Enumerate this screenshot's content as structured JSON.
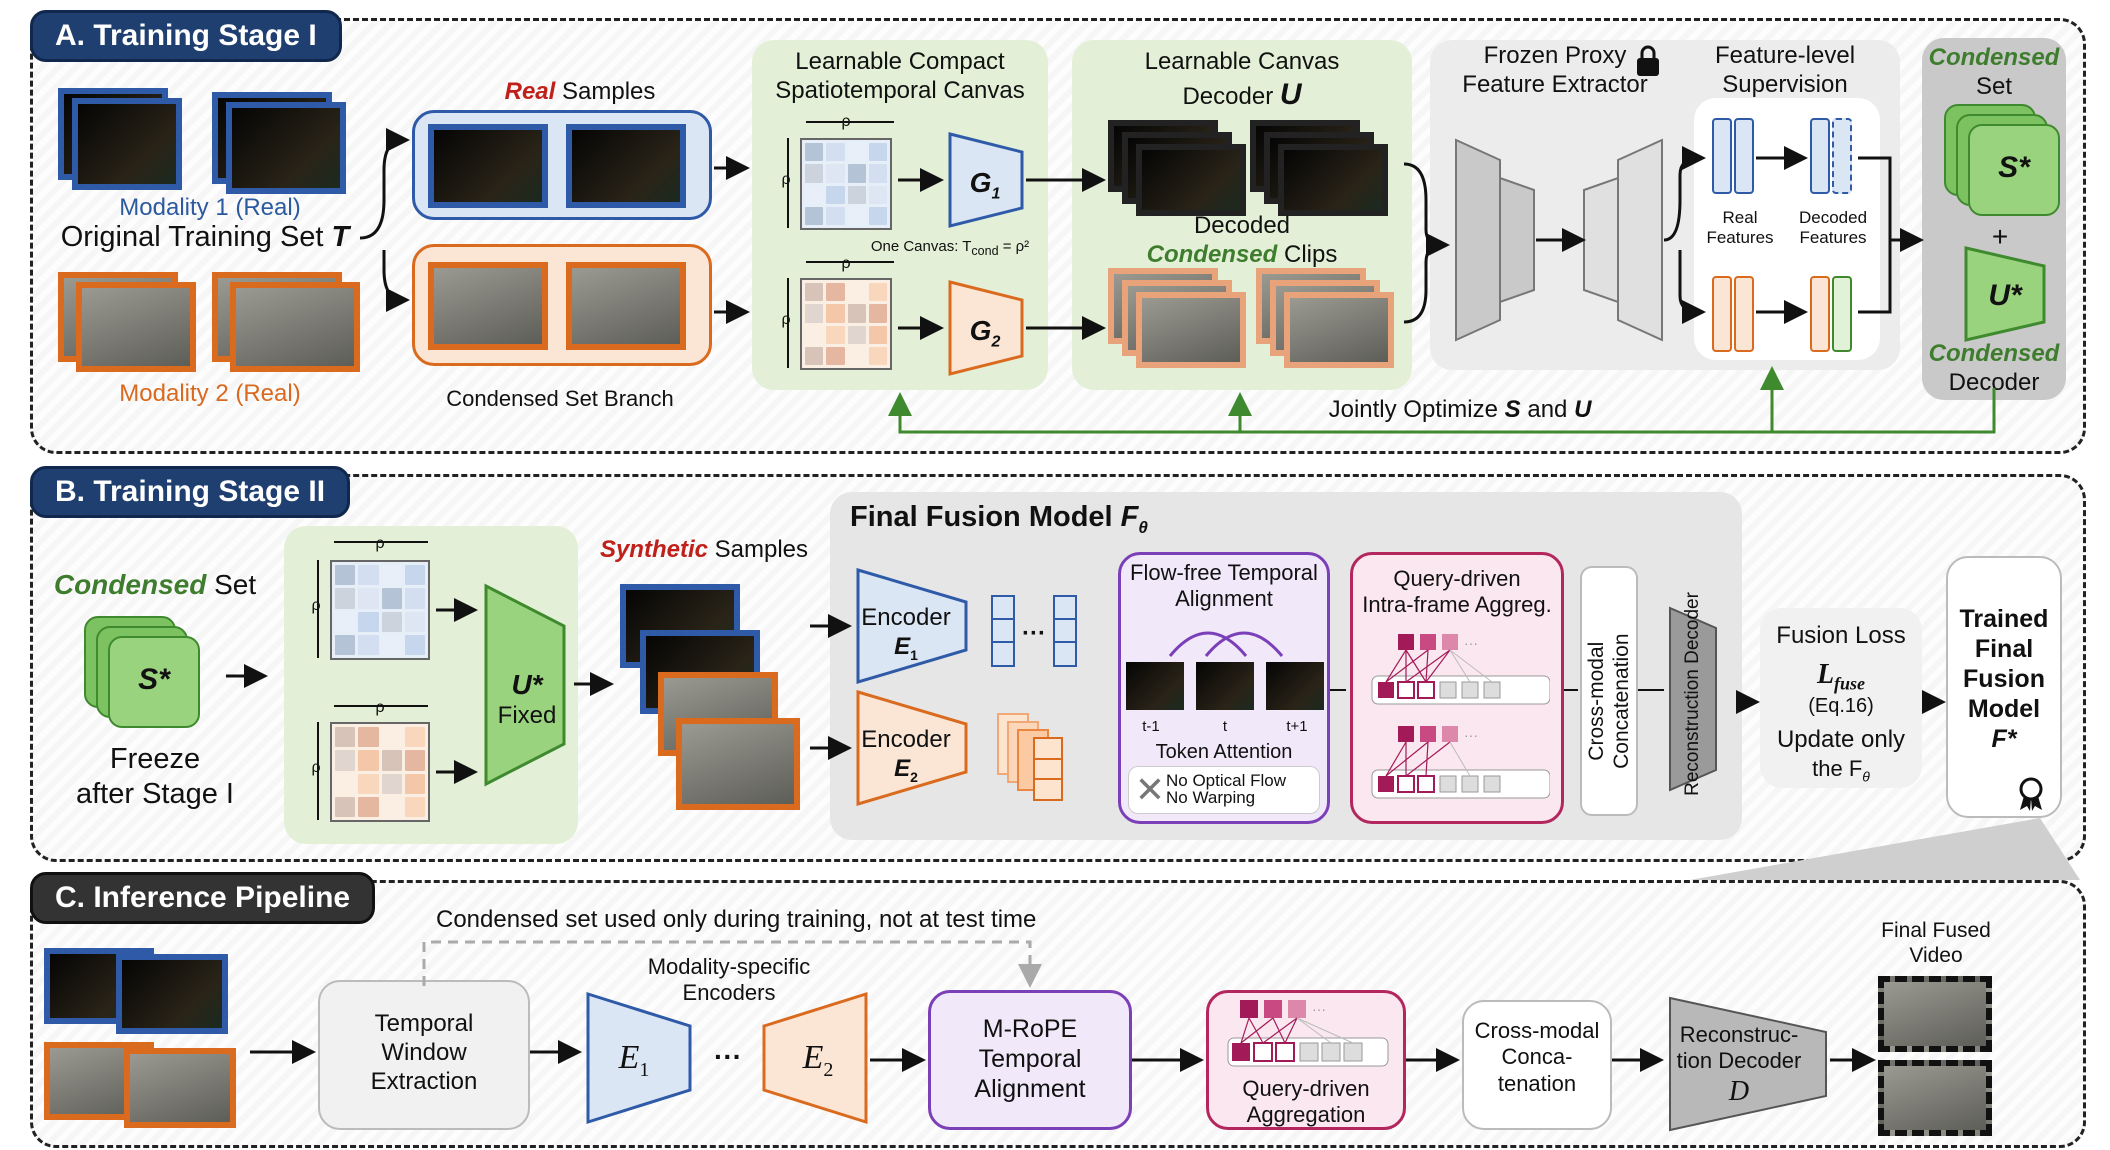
{
  "colors": {
    "blue": "#2f5aa8",
    "orange": "#d96a1e",
    "green": "#3f8a2e",
    "red": "#c0201a",
    "purple": "#7b3fb8",
    "magenta": "#b3265e",
    "gray": "#8a8a8a"
  },
  "stageI": {
    "title": "A. Training Stage I",
    "modality1": "Modality 1 (Real)",
    "originalSet": "Original Training Set",
    "originalSetSym": "T",
    "modality2": "Modality 2 (Real)",
    "realWord": "Real",
    "samplesWord": "Samples",
    "branchLabel": "Condensed Set Branch",
    "canvasTitle1": "Learnable Compact",
    "canvasTitle2": "Spatiotemporal Canvas",
    "rho": "ρ",
    "oneCanvas": "One Canvas: T",
    "oneCanvasSub": "cond",
    "oneCanvasEq": "= ρ²",
    "g1": "G",
    "g1sub": "1",
    "g2": "G",
    "g2sub": "2",
    "decoderTitle1": "Learnable Canvas",
    "decoderTitle2": "Decoder",
    "decoderSym": "U",
    "decodedWord": "Decoded",
    "condensedWord": "Condensed",
    "clipsWord": "Clips",
    "proxyTitle1": "Frozen Proxy",
    "proxyTitle2": "Feature Extractor",
    "supTitle1": "Feature-level",
    "supTitle2": "Supervision",
    "realFeatures1": "Real",
    "realFeatures2": "Features",
    "decodedFeatures1": "Decoded",
    "decodedFeatures2": "Features",
    "condensedSet1": "Condensed",
    "condensedSet2": "Set",
    "sStar": "S*",
    "plus": "+",
    "uStar": "U*",
    "condensedDecoder1": "Condensed",
    "condensedDecoder2": "Decoder",
    "jointly": "Jointly Optimize",
    "jointlyS": "S",
    "jointlyAnd": "and",
    "jointlyU": "U"
  },
  "stageII": {
    "title": "B. Training Stage II",
    "condensedWord": "Condensed",
    "setWord": "Set",
    "sStar": "S*",
    "freeze1": "Freeze",
    "freeze2": "after Stage I",
    "rho": "ρ",
    "uStar": "U*",
    "fixed": "Fixed",
    "syntheticWord": "Synthetic",
    "samplesWord": "Samples",
    "fusionTitle": "Final Fusion Model",
    "fusionSym": "F",
    "fusionSub": "θ",
    "encoder": "Encoder",
    "e1": "E",
    "e1sub": "1",
    "e2": "E",
    "e2sub": "2",
    "dots": "···",
    "flowTitle1": "Flow-free Temporal",
    "flowTitle2": "Alignment",
    "tm1": "t-1",
    "t": "t",
    "tp1": "t+1",
    "tokenAttention": "Token Attention",
    "noFlow": "No Optical Flow",
    "noWarp": "No Warping",
    "queryTitle1": "Query-driven",
    "queryTitle2": "Intra-frame Aggreg.",
    "crossModal": "Cross-modal Concatenation",
    "reconDecoder": "Reconstruction Decoder",
    "fusionLoss": "Fusion Loss",
    "lossSym": "L",
    "lossSub": "fuse",
    "eq": "(Eq.16)",
    "updateOnly": "Update only",
    "theF": "the F",
    "theFsub": "θ",
    "trained1": "Trained",
    "trained2": "Final",
    "trained3": "Fusion",
    "trained4": "Model",
    "fStar": "F*"
  },
  "inference": {
    "title": "C. Inference Pipeline",
    "note": "Condensed set used only during training, not at test time",
    "temporal1": "Temporal",
    "temporal2": "Window",
    "temporal3": "Extraction",
    "msEnc1": "Modality-specific",
    "msEnc2": "Encoders",
    "e1": "E",
    "e1sub": "1",
    "e2": "E",
    "e2sub": "2",
    "dots": "···",
    "mrope1": "M-RoPE",
    "mrope2": "Temporal",
    "mrope3": "Alignment",
    "query1": "Query-driven",
    "query2": "Aggregation",
    "cross1": "Cross-modal",
    "cross2": "Conca-",
    "cross3": "tenation",
    "recon1": "Reconstruc-",
    "recon2": "tion Decoder",
    "reconSym": "D",
    "final1": "Final Fused",
    "final2": "Video"
  }
}
